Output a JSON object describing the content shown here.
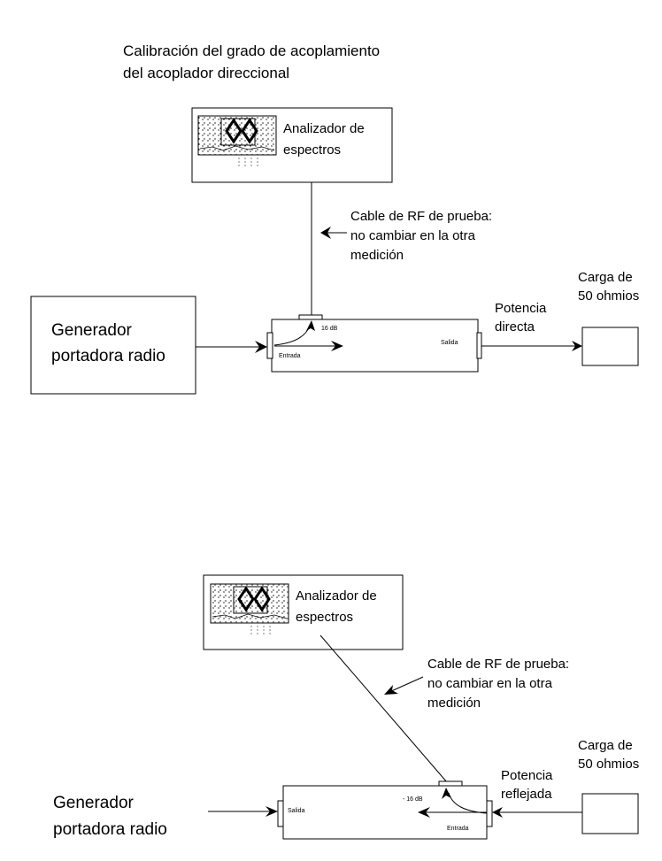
{
  "title": {
    "line1": "Calibración del grado de acoplamiento",
    "line2": "del acoplador direccional"
  },
  "top_setup": {
    "analyzer": {
      "line1": "Analizador de",
      "line2": "espectros",
      "icon": "spectrum-analyzer-icon"
    },
    "cable_note": {
      "line1": "Cable de RF de prueba:",
      "line2": "no cambiar en la otra",
      "line3": "medición"
    },
    "generator": {
      "line1": "Generador",
      "line2": "portadora radio"
    },
    "coupler": {
      "coupling": "16 dB",
      "input_port": "Entrada",
      "output_port": "Salida"
    },
    "power_label": {
      "line1": "Potencia",
      "line2": "directa"
    },
    "load": {
      "line1": "Carga de",
      "line2": "50 ohmios"
    }
  },
  "bottom_setup": {
    "analyzer": {
      "line1": "Analizador de",
      "line2": "espectros",
      "icon": "spectrum-analyzer-icon"
    },
    "cable_note": {
      "line1": "Cable de RF de prueba:",
      "line2": "no cambiar en la otra",
      "line3": "medición"
    },
    "generator": {
      "line1": "Generador",
      "line2": "portadora radio"
    },
    "coupler": {
      "coupling": "- 16 dB",
      "input_port": "Entrada",
      "output_port": "Salida"
    },
    "power_label": {
      "line1": "Potencia",
      "line2": "reflejada"
    },
    "load": {
      "line1": "Carga de",
      "line2": "50 ohmios"
    }
  }
}
